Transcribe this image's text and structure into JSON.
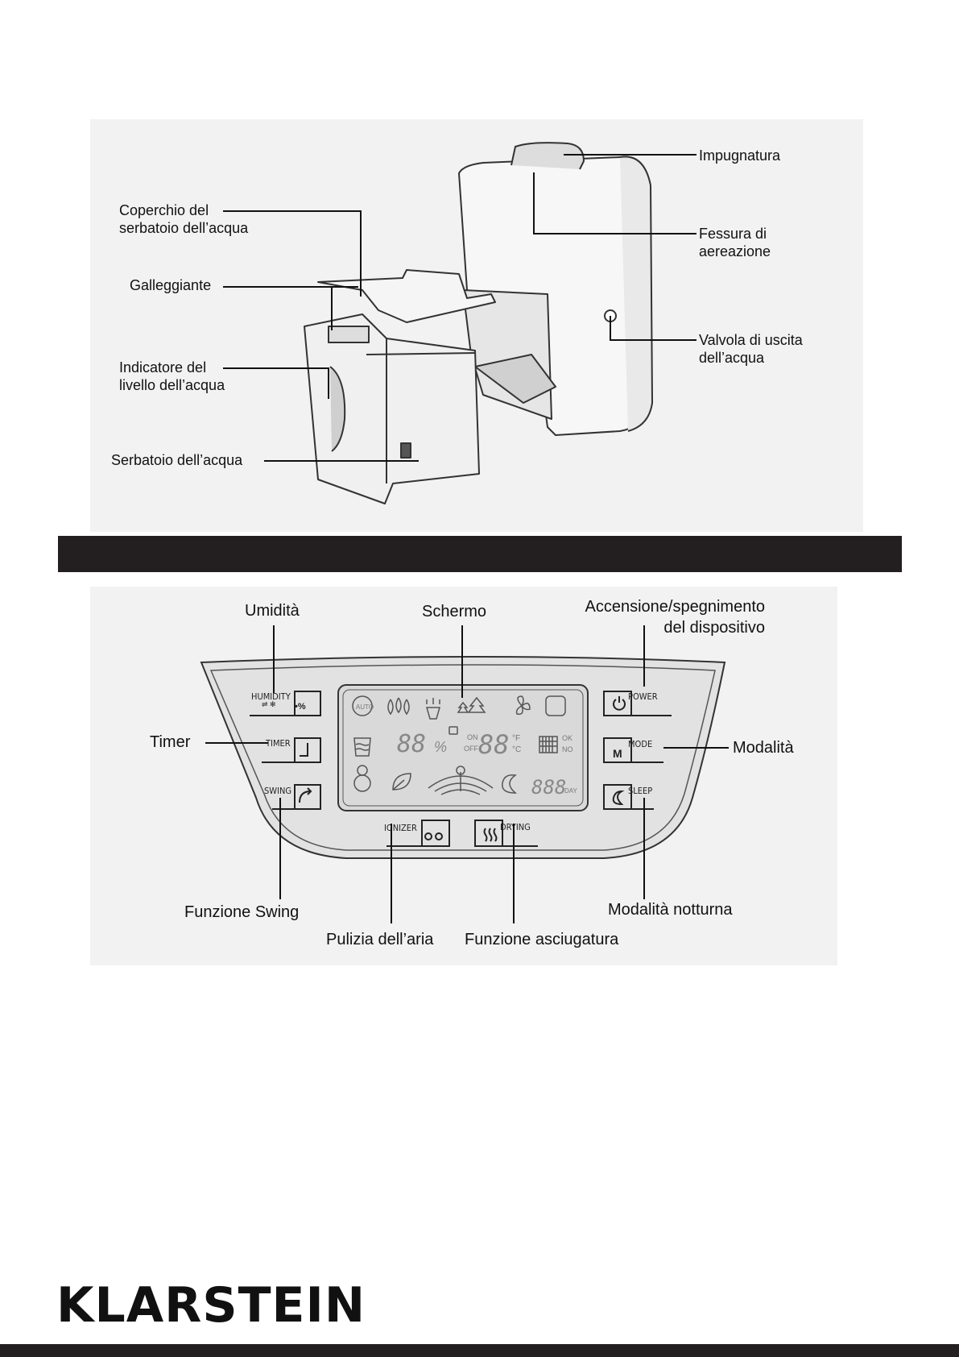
{
  "figure1": {
    "labels": {
      "handle": "Impugnatura",
      "vent_1": "Fessura di",
      "vent_2": "aereazione",
      "outlet_1": "Valvola di uscita",
      "outlet_2": "dell’acqua",
      "lid_1": "Coperchio del",
      "lid_2": "serbatoio dell’acqua",
      "float": "Galleggiante",
      "level_1": "Indicatore del",
      "level_2": "livello dell’acqua",
      "tank": "Serbatoio dell’acqua"
    }
  },
  "figure2": {
    "labels": {
      "humidity": "Umidità",
      "screen": "Schermo",
      "power_1": "Accensione/spegnimento",
      "power_2": "del dispositivo",
      "timer": "Timer",
      "mode": "Modalità",
      "swing": "Funzione Swing",
      "ionizer": "Pulizia dell’aria",
      "drying": "Funzione asciugatura",
      "sleep": "Modalità notturna"
    },
    "buttons": {
      "humidity": "HUMIDITY",
      "timer": "TIMER",
      "swing": "SWING",
      "ionizer": "IONIZER",
      "drying": "DRYING",
      "power": "POWER",
      "mode": "MODE",
      "sleep": "SLEEP"
    },
    "display": {
      "seg_left": "88",
      "percent": "%",
      "on": "ON",
      "off": "OFF",
      "seg_mid": "88",
      "deg_f": "°F",
      "deg_c": "°C",
      "ok": "OK",
      "no": "NO",
      "seg_right": "888",
      "day": "DAY",
      "auto": "AUTO",
      "mode_letter": "M"
    }
  },
  "brand": "KLARSTEIN"
}
